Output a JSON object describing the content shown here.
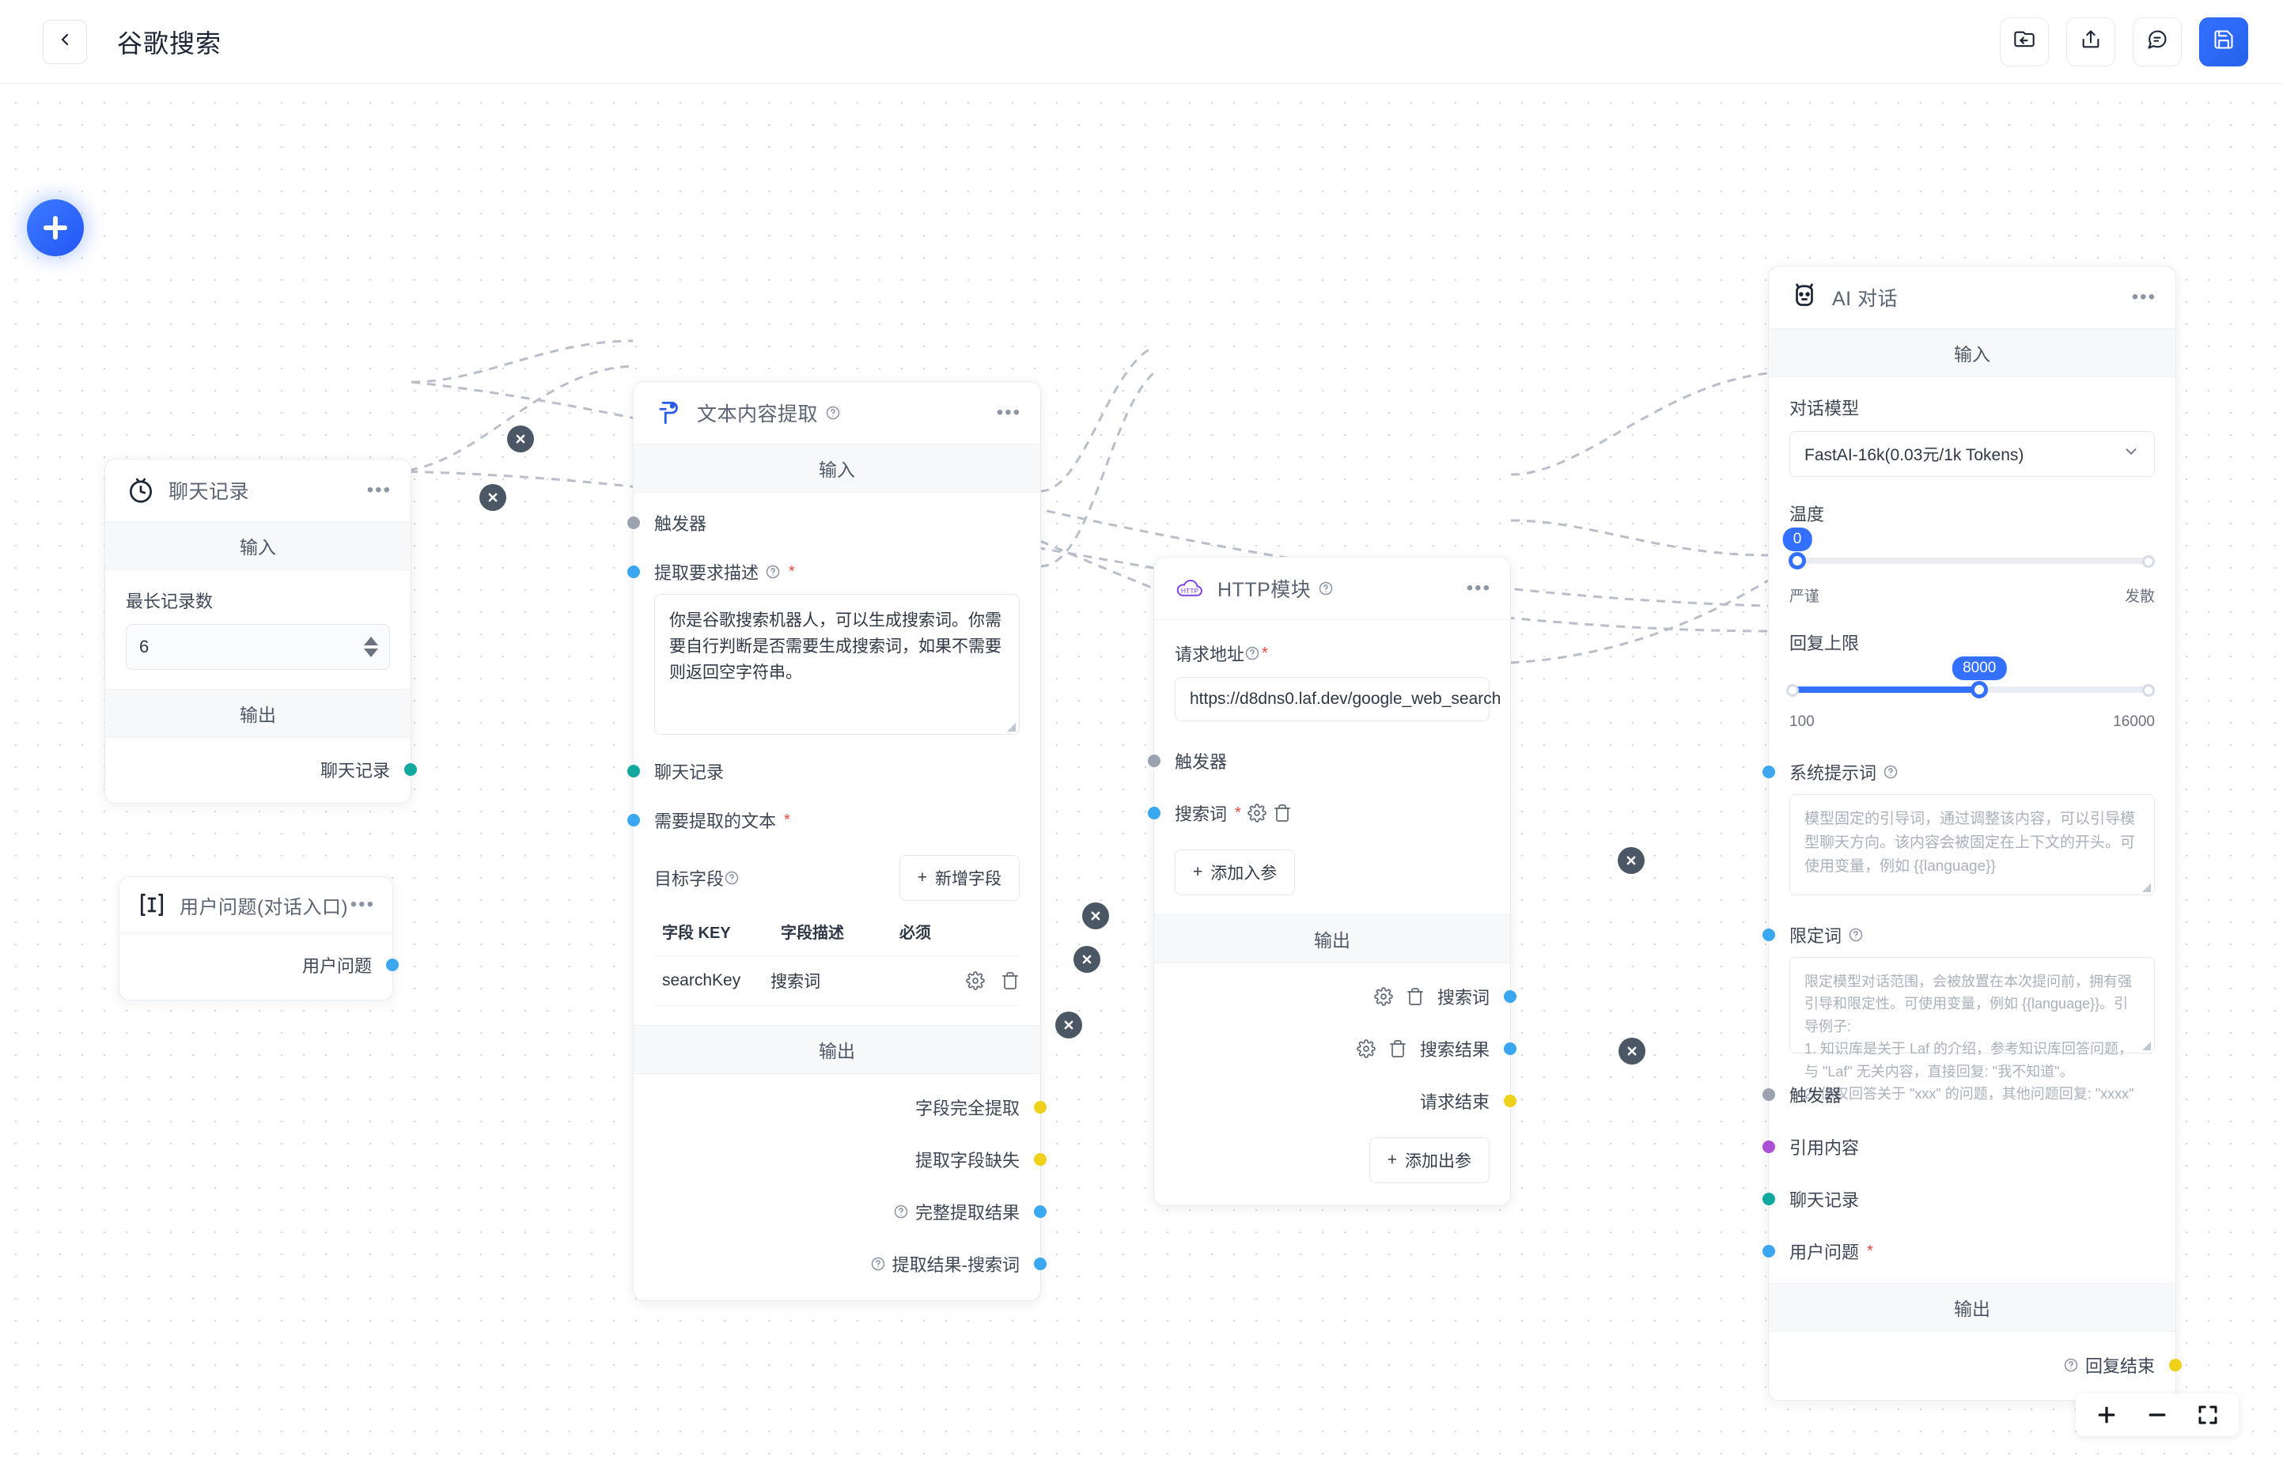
{
  "header": {
    "title": "谷歌搜索",
    "back_icon": "chevron-left-icon",
    "actions": [
      {
        "name": "import-folder-button",
        "icon": "folder-import-icon"
      },
      {
        "name": "export-share-button",
        "icon": "share-upload-icon"
      },
      {
        "name": "chat-test-button",
        "icon": "chat-bubble-icon"
      },
      {
        "name": "save-button",
        "icon": "floppy-save-icon"
      }
    ]
  },
  "canvas": {
    "add_node_button": "+",
    "zoom_in": "+",
    "zoom_out": "−",
    "fit_view": "fit-screen-icon"
  },
  "nodes": {
    "chat_history": {
      "title": "聊天记录",
      "icon": "history-clock-icon",
      "menu": "•••",
      "input_section": "输入",
      "output_section": "输出",
      "max_records_label": "最长记录数",
      "max_records_value": "6",
      "output_port_label": "聊天记录"
    },
    "user_question": {
      "title": "用户问题(对话入口)",
      "icon": "text-cursor-icon",
      "menu": "•••",
      "output_port_label": "用户问题"
    },
    "text_extract": {
      "title": "文本内容提取",
      "icon": "extract-icon",
      "menu": "•••",
      "input_section": "输入",
      "output_section": "输出",
      "trigger_label": "触发器",
      "desc_label": "提取要求描述",
      "desc_value": "你是谷歌搜索机器人，可以生成搜索词。你需要自行判断是否需要生成搜索词，如果不需要则返回空字符串。",
      "chat_history_label": "聊天记录",
      "target_text_label": "需要提取的文本",
      "target_fields_label": "目标字段",
      "add_field_button": "新增字段",
      "table_headers": [
        "字段 KEY",
        "字段描述",
        "必须"
      ],
      "table_rows": [
        {
          "key": "searchKey",
          "desc": "搜索词",
          "required": ""
        }
      ],
      "outputs": [
        {
          "label": "字段完全提取",
          "color": "yellow",
          "help": false
        },
        {
          "label": "提取字段缺失",
          "color": "yellow",
          "help": false
        },
        {
          "label": "完整提取结果",
          "color": "blue",
          "help": true
        },
        {
          "label": "提取结果-搜索词",
          "color": "blue",
          "help": true
        }
      ]
    },
    "http_module": {
      "title": "HTTP模块",
      "icon": "http-cloud-icon",
      "menu": "•••",
      "url_label": "请求地址",
      "url_value": "https://d8dns0.laf.dev/google_web_search",
      "trigger_label": "触发器",
      "search_key_label": "搜索词",
      "add_input_button": "添加入参",
      "output_section": "输出",
      "outputs": [
        {
          "label": "搜索词",
          "color": "blue",
          "tools": true
        },
        {
          "label": "搜索结果",
          "color": "blue",
          "tools": true
        },
        {
          "label": "请求结束",
          "color": "yellow",
          "tools": false
        }
      ],
      "add_output_button": "添加出参"
    },
    "ai_chat": {
      "title": "AI 对话",
      "icon": "robot-icon",
      "menu": "•••",
      "input_section": "输入",
      "output_section": "输出",
      "model_label": "对话模型",
      "model_value": "FastAI-16k(0.03元/1k Tokens)",
      "temperature_label": "温度",
      "temperature_value": "0",
      "temperature_min_label": "严谨",
      "temperature_max_label": "发散",
      "max_tokens_label": "回复上限",
      "max_tokens_value": "8000",
      "max_tokens_min": "100",
      "max_tokens_max": "16000",
      "system_prompt_label": "系统提示词",
      "system_prompt_placeholder": "模型固定的引导词，通过调整该内容，可以引导模型聊天方向。该内容会被固定在上下文的开头。可使用变量，例如 {{language}}",
      "qualifier_label": "限定词",
      "qualifier_placeholder": "限定模型对话范围，会被放置在本次提问前，拥有强引导和限定性。可使用变量，例如 {{language}}。引导例子:\n1. 知识库是关于 Laf 的介绍，参考知识库回答问题，与 \"Laf\" 无关内容，直接回复: \"我不知道\"。\n2. 你仅回答关于 \"xxx\" 的问题，其他问题回复: \"xxxx\"",
      "inputs": [
        {
          "label": "触发器",
          "color": "gray",
          "required": false
        },
        {
          "label": "引用内容",
          "color": "purple",
          "required": false
        },
        {
          "label": "聊天记录",
          "color": "teal",
          "required": false
        },
        {
          "label": "用户问题",
          "color": "blue",
          "required": true
        }
      ],
      "output_label": "回复结束"
    }
  },
  "colors": {
    "accent": "#3370ff",
    "port_blue": "#3aa7f0",
    "port_teal": "#13a89e",
    "port_yellow": "#efd01a",
    "port_purple": "#ab4fd6",
    "port_gray": "#9aa3af",
    "required_red": "#e8483f"
  }
}
